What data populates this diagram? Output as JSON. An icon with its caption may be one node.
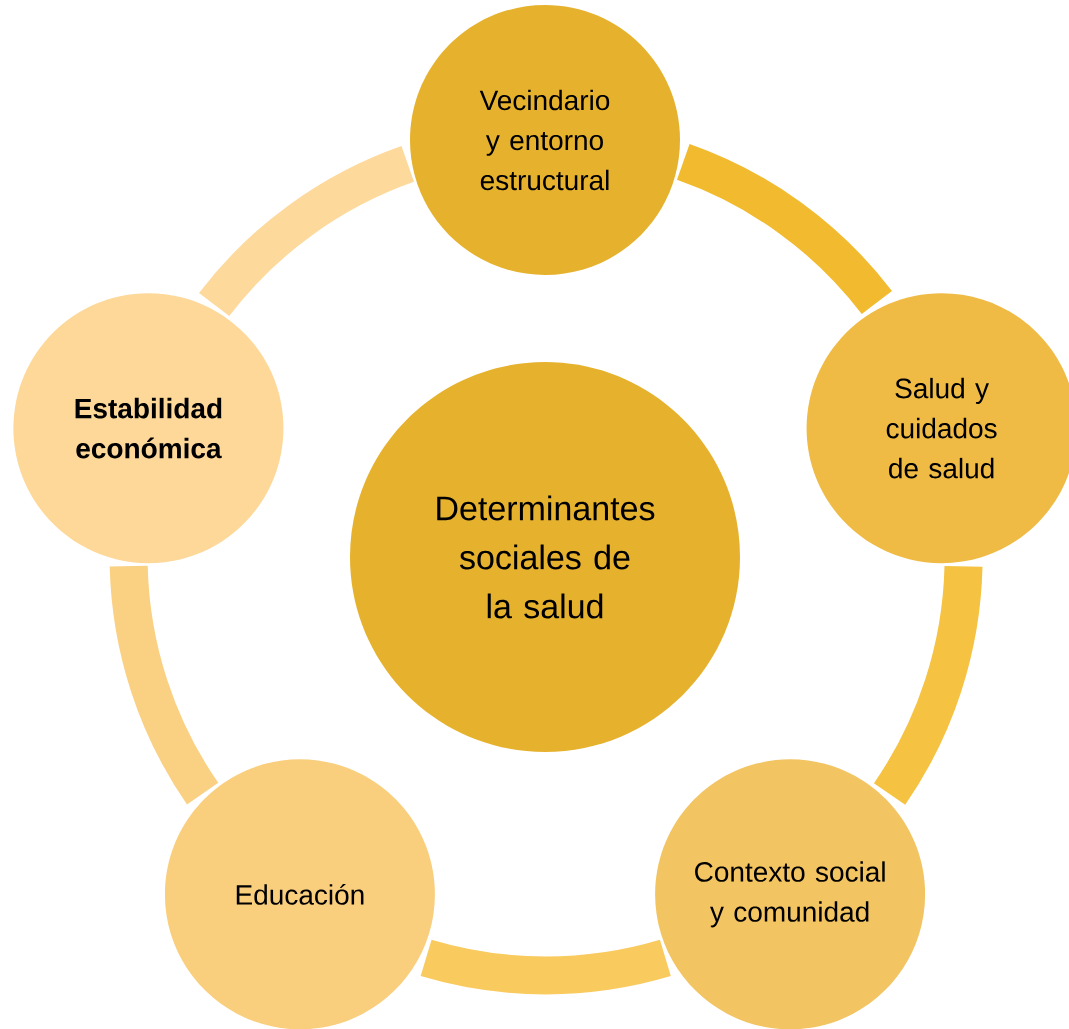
{
  "diagram": {
    "nodes": [
      {
        "text": [
          "Determinantes sociales de la salud"
        ]
      },
      {
        "text": [
          "Vecindario y entorno estructural"
        ]
      },
      {
        "text": [
          "Salud y cuidados de salud"
        ]
      },
      {
        "text": [
          "Contexto social y comunidad"
        ]
      },
      {
        "text": [
          "Educación"
        ]
      },
      {
        "text": [
          "Estabilidad económica"
        ]
      }
    ],
    "edges": [
      {
        "from": 1,
        "to": 2,
        "arrow": "none",
        "color": "#f2ba2e"
      },
      {
        "from": 2,
        "to": 3,
        "arrow": "none",
        "color": "#f5c242"
      },
      {
        "from": 3,
        "to": 4,
        "arrow": "none",
        "color": "#f9ca5e"
      },
      {
        "from": 4,
        "to": 5,
        "arrow": "none",
        "color": "#fad082"
      },
      {
        "from": 5,
        "to": 1,
        "arrow": "none",
        "color": "#fdd99b"
      }
    ]
  }
}
